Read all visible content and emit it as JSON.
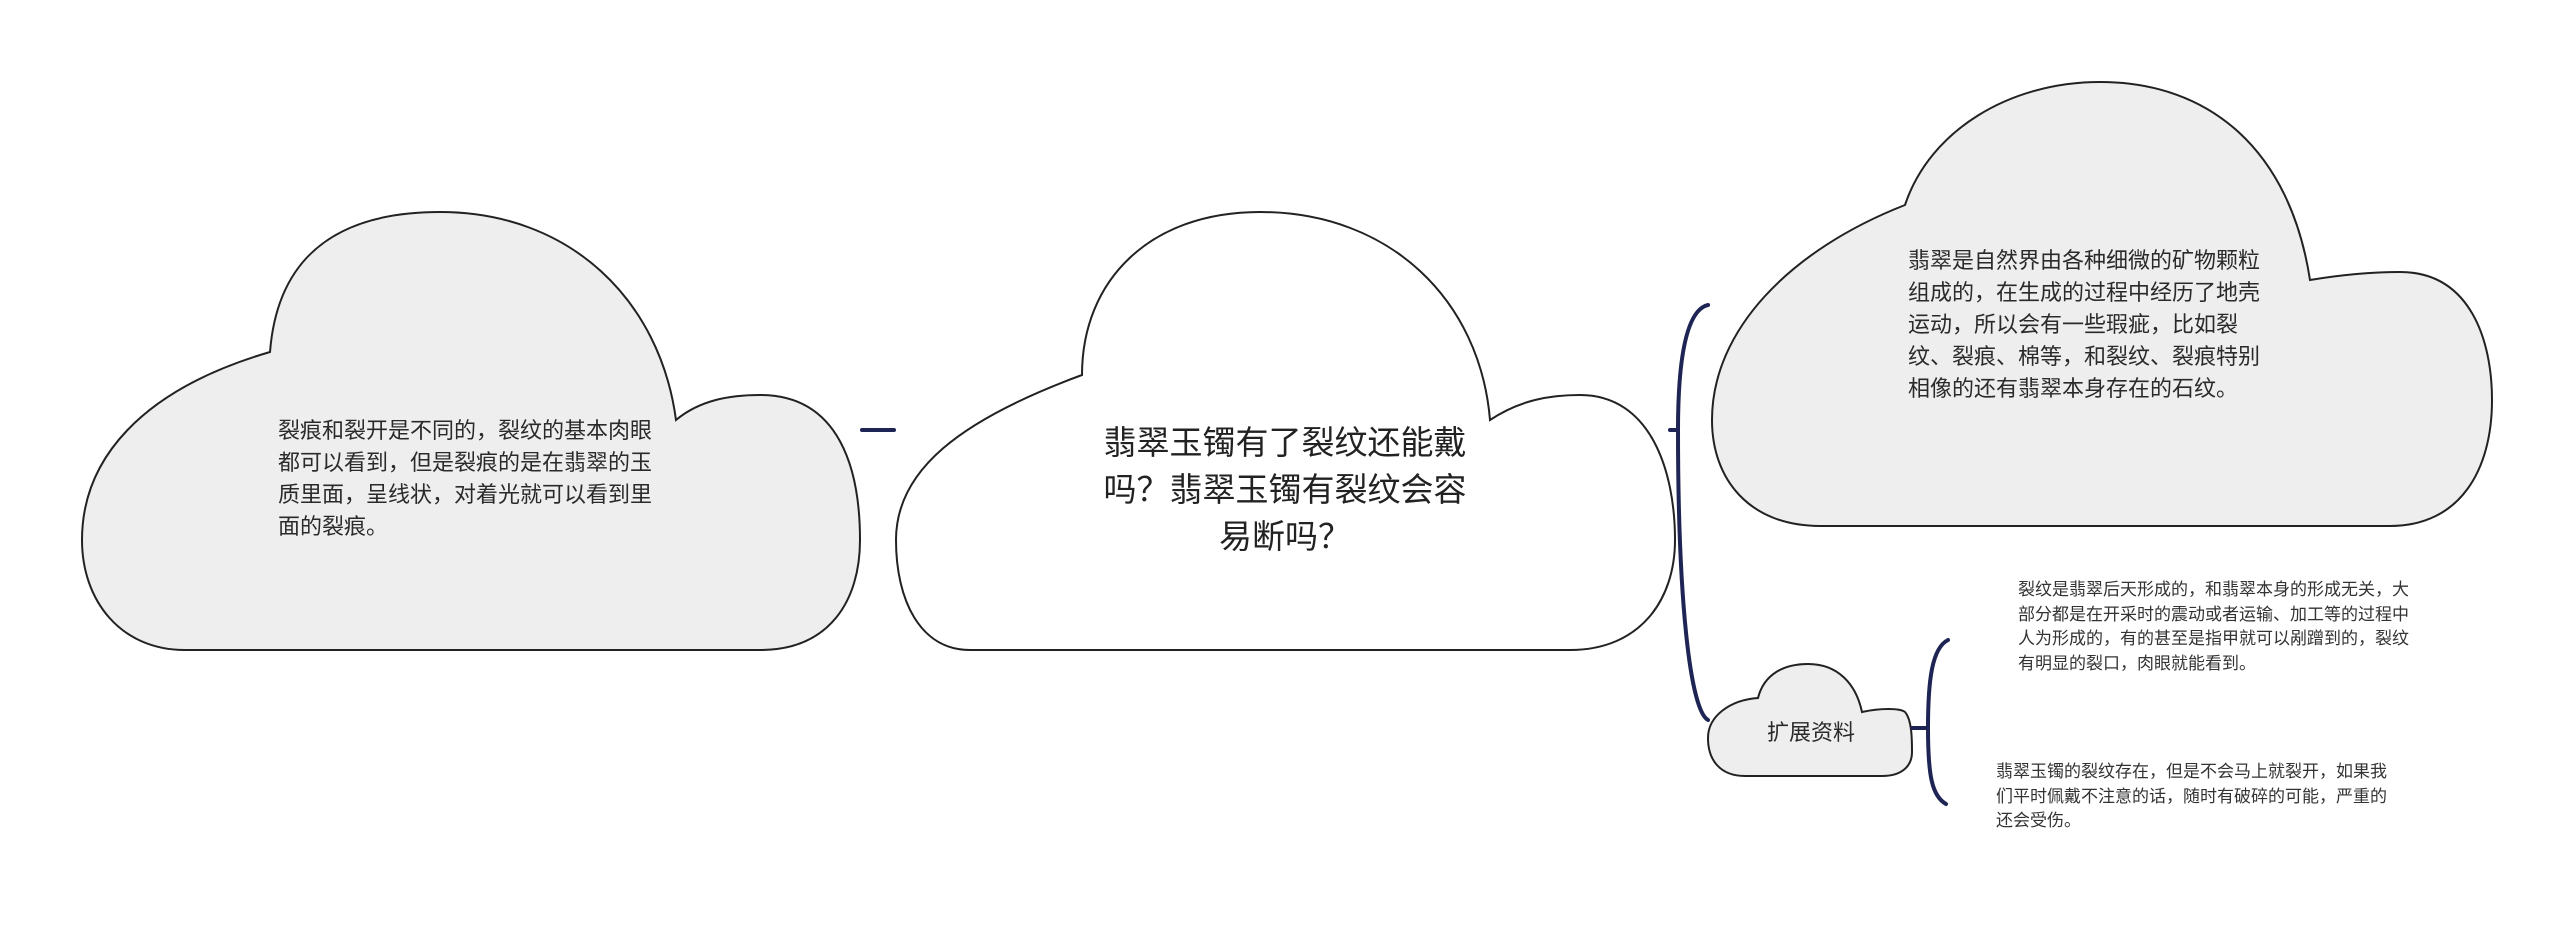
{
  "diagram": {
    "center": {
      "text": "翡翠玉镯有了裂纹还能戴吗？翡翠玉镯有裂纹会容易断吗？"
    },
    "left": {
      "text": "裂痕和裂开是不同的，裂纹的基本肉眼都可以看到，但是裂痕的是在翡翠的玉质里面，呈线状，对着光就可以看到里面的裂痕。"
    },
    "right": {
      "text": "翡翠是自然界由各种细微的矿物颗粒组成的，在生成的过程中经历了地壳运动，所以会有一些瑕疵，比如裂纹、裂痕、棉等，和裂纹、裂痕特别相像的还有翡翠本身存在的石纹。"
    },
    "extension": {
      "label": "扩展资料",
      "notes": [
        "裂纹是翡翠后天形成的，和翡翠本身的形成无关，大部分都是在开采时的震动或者运输、加工等的过程中人为形成的，有的甚至是指甲就可以剐蹭到的，裂纹有明显的裂口，肉眼就能看到。",
        "翡翠玉镯的裂纹存在，但是不会马上就裂开，如果我们平时佩戴不注意的话，随时有破碎的可能，严重的还会受伤。"
      ]
    }
  },
  "colors": {
    "cloud_fill_gray": "#eeeeee",
    "cloud_fill_white": "#ffffff",
    "cloud_stroke": "#222222",
    "connector": "#1e2454"
  }
}
